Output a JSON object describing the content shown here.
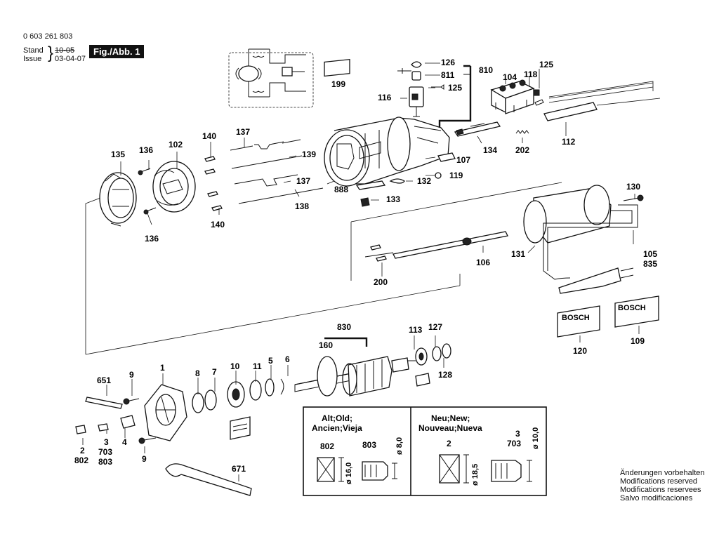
{
  "header": {
    "part_number": "0 603 261 803",
    "stand_label": "Stand",
    "issue_label": "Issue",
    "stand_value": "10-05",
    "issue_value": "03-04-07",
    "figure_label": "Fig./Abb. 1"
  },
  "labels": {
    "l126": "126",
    "l810": "810",
    "l811": "811",
    "l125a": "125",
    "l116": "116",
    "l104": "104",
    "l118": "118",
    "l125b": "125",
    "l199": "199",
    "l135": "135",
    "l136a": "136",
    "l102": "102",
    "l140a": "140",
    "l137a": "137",
    "l139": "139",
    "l137b": "137",
    "l138": "138",
    "l888": "888",
    "l107": "107",
    "l119": "119",
    "l132": "132",
    "l133": "133",
    "l134": "134",
    "l202": "202",
    "l112": "112",
    "l136b": "136",
    "l140b": "140",
    "l130": "130",
    "l105": "105",
    "l835": "835",
    "l131": "131",
    "l106": "106",
    "l200": "200",
    "l120": "120",
    "l109": "109",
    "l830": "830",
    "l160": "160",
    "l113": "113",
    "l127": "127",
    "l128": "128",
    "l651": "651",
    "l9a": "9",
    "l1": "1",
    "l8": "8",
    "l7": "7",
    "l10": "10",
    "l11": "11",
    "l5": "5",
    "l6": "6",
    "l2": "2",
    "l802": "802",
    "l3": "3",
    "l703": "703",
    "l803": "803",
    "l4": "4",
    "l9b": "9",
    "l671": "671"
  },
  "brand": {
    "plate_a": "BOSCH",
    "plate_b": "BOSCH"
  },
  "detail_boxes": {
    "old": {
      "title_line1": "Alt;Old;",
      "title_line2": "Ancien;Vieja",
      "part_a": "802",
      "part_b": "803",
      "dim_outer": "ø 16,0",
      "dim_inner": "ø 8,0"
    },
    "new": {
      "title_line1": "Neu;New;",
      "title_line2": "Nouveau;Nueva",
      "part_a": "2",
      "part_b_top": "3",
      "part_b": "703",
      "dim_outer": "ø 18,5",
      "dim_inner": "ø 10,0"
    }
  },
  "notes": [
    "Änderungen vorbehalten",
    "Modifications reserved",
    "Modifications reservees",
    "Salvo modificaciones"
  ]
}
